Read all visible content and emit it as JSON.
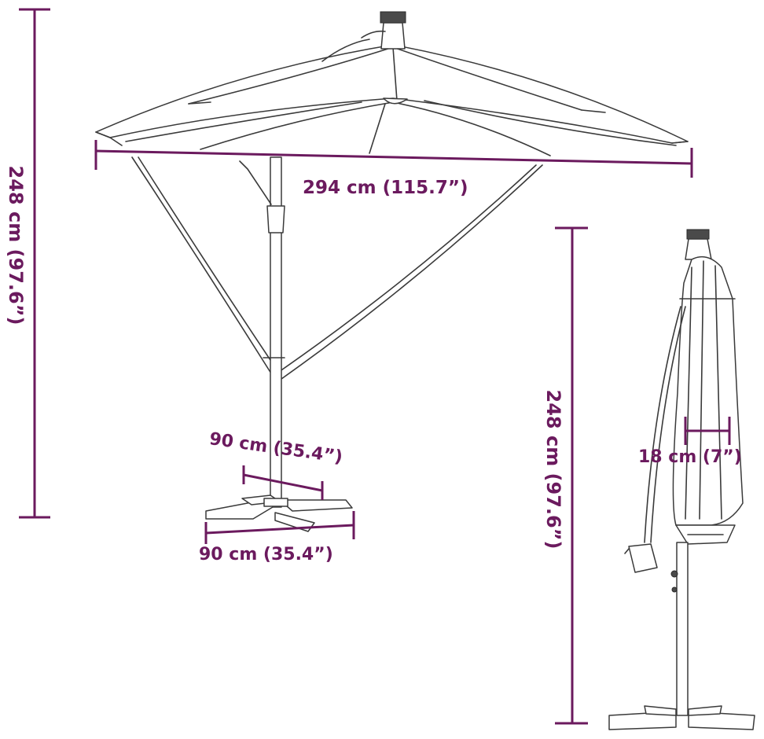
{
  "colors": {
    "dimension": "#6b1a5e",
    "outline": "#3a3a3a",
    "background": "#ffffff"
  },
  "dimensions": {
    "total_height_left": "248 cm (97.6”)",
    "canopy_width": "294 cm (115.7”)",
    "base_depth": "90 cm (35.4”)",
    "base_width": "90 cm (35.4”)",
    "total_height_right": "248 cm (97.6”)",
    "folded_diameter": "18 cm (7”)"
  }
}
